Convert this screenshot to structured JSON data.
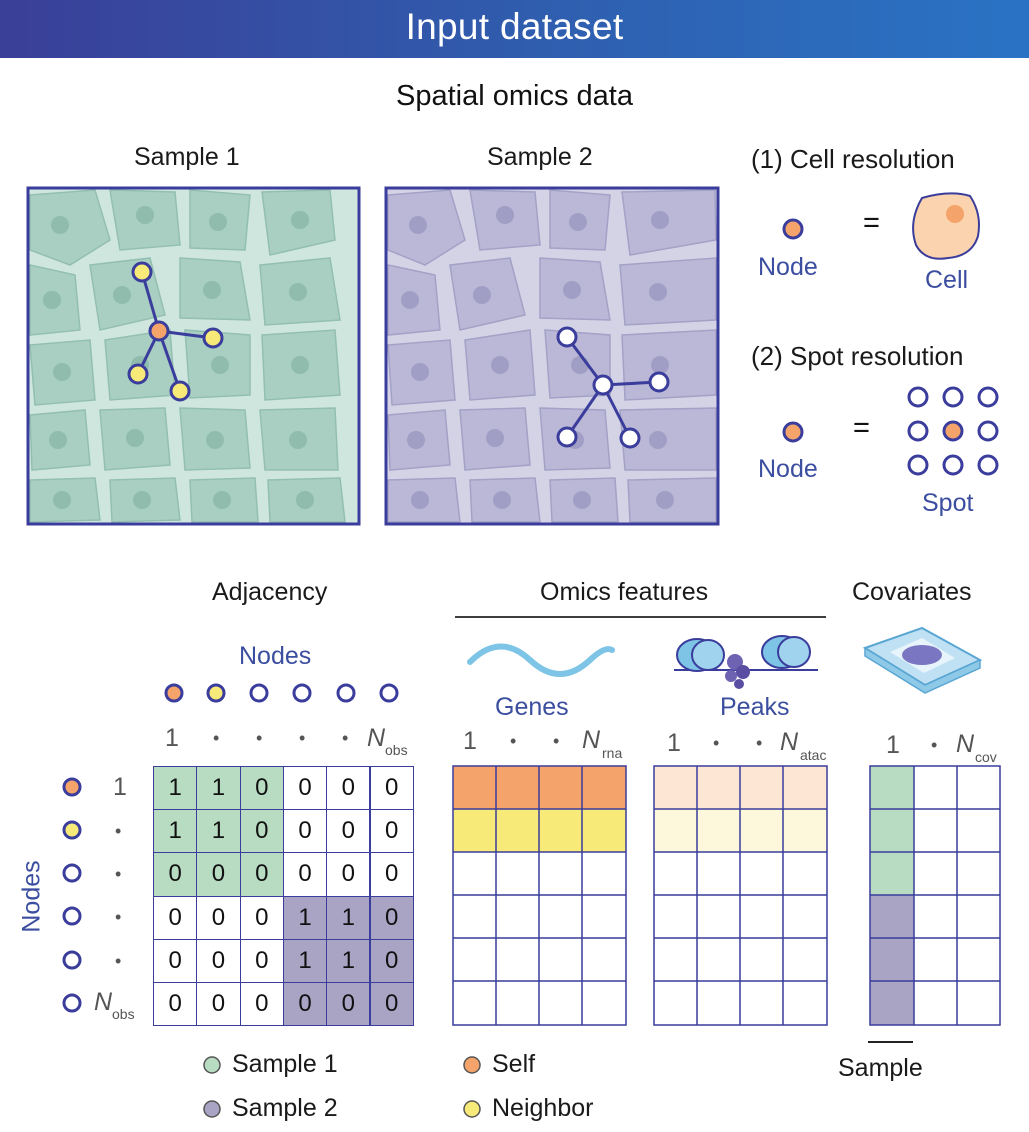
{
  "banner": {
    "title": "Input dataset"
  },
  "top": {
    "heading": "Spatial omics data",
    "sample1": "Sample 1",
    "sample2": "Sample 2",
    "cell_res": "(1) Cell resolution",
    "spot_res": "(2) Spot resolution",
    "equals": "=",
    "node": "Node",
    "cell": "Cell",
    "spot": "Spot"
  },
  "adjacency": {
    "title": "Adjacency",
    "nodes_top": "Nodes",
    "nodes_side": "Nodes",
    "col_1": "1",
    "dot": "•",
    "n_main": "N",
    "n_sub": "obs",
    "row_1": "1",
    "matrix": [
      [
        "1",
        "1",
        "0",
        "0",
        "0",
        "0"
      ],
      [
        "1",
        "1",
        "0",
        "0",
        "0",
        "0"
      ],
      [
        "0",
        "0",
        "0",
        "0",
        "0",
        "0"
      ],
      [
        "0",
        "0",
        "0",
        "1",
        "1",
        "0"
      ],
      [
        "0",
        "0",
        "0",
        "1",
        "1",
        "0"
      ],
      [
        "0",
        "0",
        "0",
        "0",
        "0",
        "0"
      ]
    ]
  },
  "omics": {
    "title": "Omics features",
    "genes": "Genes",
    "peaks": "Peaks",
    "rna_sub": "rna",
    "atac_sub": "atac",
    "n": "N",
    "one": "1",
    "dot": "•"
  },
  "covariates": {
    "title": "Covariates",
    "one": "1",
    "dot": "•",
    "n": "N",
    "cov_sub": "cov",
    "sample_label": "Sample"
  },
  "legend": {
    "sample1": "Sample 1",
    "sample2": "Sample 2",
    "self": "Self",
    "neighbor": "Neighbor"
  },
  "colors": {
    "node_blue": "#3a3d9c",
    "self_orange": "#f4a46a",
    "neighbor_yellow": "#f7ea78",
    "sample1_green": "#b8dcc2",
    "sample2_purple": "#a9a3c4"
  }
}
